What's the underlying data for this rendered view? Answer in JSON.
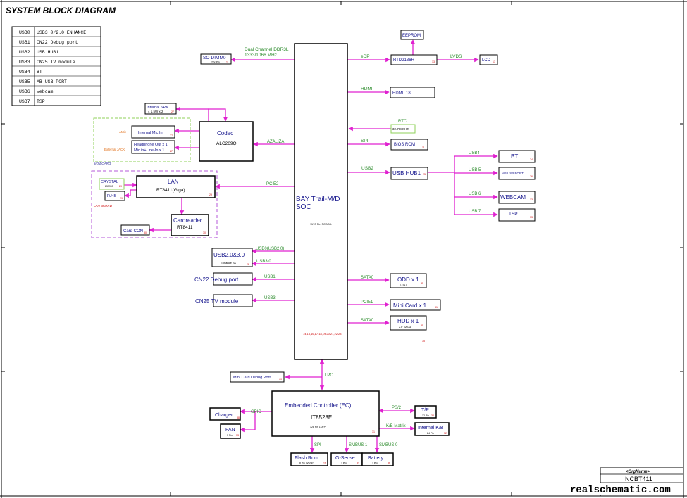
{
  "title": "SYSTEM BLOCK DIAGRAM",
  "usb_table": [
    {
      "port": "USB0",
      "desc": "USB3.0/2.0 ENHANCE"
    },
    {
      "port": "USB1",
      "desc": "CN22 Debug port"
    },
    {
      "port": "USB2",
      "desc": "USB HUB1"
    },
    {
      "port": "USB3",
      "desc": "CN25 TV module"
    },
    {
      "port": "USB4",
      "desc": "BT"
    },
    {
      "port": "USB5",
      "desc": "MB USB PORT"
    },
    {
      "port": "USB6",
      "desc": "webcam"
    },
    {
      "port": "USB7",
      "desc": "TSP"
    }
  ],
  "soc": {
    "line1": "BAY Trail-M/D",
    "line2": "SOC",
    "sub": "1170 Pin FCBGA",
    "pages": "14,15,16,17,18,19,20,21,22,23"
  },
  "sodimm": {
    "label": "SO-DIMM0",
    "sub": "22x Pin",
    "page": "11"
  },
  "ddr": {
    "line1": "Dual Channel DDR3L",
    "line2": "1333/1066 MHz"
  },
  "edp": {
    "label": "eDP"
  },
  "eeprom": {
    "label": "EEPROM"
  },
  "rtd": {
    "label": "RTD2136R",
    "page": "13"
  },
  "lvds": {
    "label": "LVDS"
  },
  "lcd": {
    "label": "LCD",
    "page": "13"
  },
  "hdmi_bus": {
    "label": "HDMI"
  },
  "hdmi": {
    "label": "HDMI",
    "page": "18"
  },
  "rtc": {
    "label": "RTC",
    "sub": "32.768KHZ"
  },
  "spi_bus": {
    "label": "SPI"
  },
  "bios": {
    "label": "BIOS ROM",
    "page": "11"
  },
  "usb2_bus": {
    "label": "USB2"
  },
  "hub": {
    "label": "USB HUB1",
    "page": "25"
  },
  "hub_ports": [
    {
      "bus": "USB4",
      "label": "BT",
      "page": "24"
    },
    {
      "bus": "USB 5",
      "label": "MB USB PORT",
      "page": "26"
    },
    {
      "bus": "USB 6",
      "label": "WEBCAM",
      "page": "13"
    },
    {
      "bus": "USB 7",
      "label": "TSP",
      "page": "33"
    }
  ],
  "codec": {
    "line1": "Codec",
    "line2": "ALC269Q"
  },
  "azalia": {
    "label": "AZALIZA"
  },
  "int_spk": {
    "label": "Internal SPK",
    "sub": "4  1.5W x 2",
    "page": "27"
  },
  "dmic": {
    "label": "Internal Mic In",
    "tag": "AMic",
    "page": "27"
  },
  "headphone": {
    "line1": "Headphone Out x 1",
    "line2": "Mic in+Line-In x 1",
    "tag": "External JACK",
    "page": "27"
  },
  "io_board": {
    "label": "I/O BOARD"
  },
  "lan": {
    "line1": "LAN",
    "line2": "RT8411(Giga)",
    "page": "29"
  },
  "crystal": {
    "label": "CRYSTAL",
    "sub": "25MHZ",
    "page": "29"
  },
  "rj45": {
    "label": "RJ45",
    "page": "29"
  },
  "lan_board": {
    "label": "LAN BOARD"
  },
  "pcie2": {
    "label": "PCIE2"
  },
  "cardreader": {
    "line1": "Cardreader",
    "line2": "RT8411",
    "page": "30"
  },
  "cardcon": {
    "label": "Card CON",
    "page": "30"
  },
  "usb30": {
    "label": "USB2.0&3.0",
    "sub": "Enhance  2A",
    "page": "28"
  },
  "usb0_bus": {
    "label": "USB0(USB2.0)"
  },
  "usb3_bus": {
    "label": "USB3.0"
  },
  "cn22": {
    "label": "CN22 Debug port"
  },
  "usb1_bus": {
    "label": "USB1"
  },
  "cn25": {
    "label": "CN25 TV module"
  },
  "usb3b_bus": {
    "label": "USB3"
  },
  "sata0_bus": {
    "label": "SATA0"
  },
  "odd": {
    "label": "ODD x 1",
    "sub": "SATA1",
    "page": "35"
  },
  "pcie1_bus": {
    "label": "PCIE1"
  },
  "minicard": {
    "label": "Mini Card x 1",
    "page": "31"
  },
  "sata0b_bus": {
    "label": "SATA0"
  },
  "hdd": {
    "label": "HDD x 1",
    "sub": "2.5\" SATA#",
    "page": "35"
  },
  "orphan_page": "35",
  "minidebug": {
    "label": "Mini Card Debug Port",
    "page": "31"
  },
  "lpc": {
    "label": "LPC"
  },
  "ec": {
    "line1": "Embedded Controller (EC)",
    "line2": "IT8528E",
    "sub": "128 Pin LQFP",
    "page": "31"
  },
  "charger": {
    "label": "Charger",
    "page": "38"
  },
  "fan": {
    "label": "FAN",
    "sub": "3 Pin",
    "page": "33"
  },
  "gpio": {
    "label": "GPIO"
  },
  "ps2": {
    "label": "PS/2"
  },
  "tp": {
    "label": "T/P",
    "sub": "12 Pin",
    "page": "32"
  },
  "kb_matrix": {
    "label": "K/B Matrix"
  },
  "kb": {
    "label": "Internal K/B",
    "sub": "24 Pin",
    "page": "32"
  },
  "spi_ec": {
    "label": "SPI"
  },
  "smbus1": {
    "label": "SMBUS 1"
  },
  "smbus0": {
    "label": "SMBUS 0"
  },
  "flash": {
    "label": "Flash Rom",
    "sub": "8 Pin WSOP",
    "page": "11"
  },
  "gsense": {
    "label": "G-Sense",
    "sub": "7 Pin",
    "page": "33"
  },
  "battery": {
    "label": "Battery",
    "sub": "7 Pin",
    "page": "36"
  },
  "titleblock": {
    "org": "<OrgName>",
    "model": "NCBT411"
  },
  "watermark": "realschematic.com",
  "colors": {
    "line": "#e020d0",
    "box": "#000000",
    "label": "#14148c",
    "bus": "#2a8a2a",
    "io_border": "#8fd15a",
    "lan_border": "#b45ad8",
    "tag": "#e06a10",
    "page": "#cc0000"
  }
}
